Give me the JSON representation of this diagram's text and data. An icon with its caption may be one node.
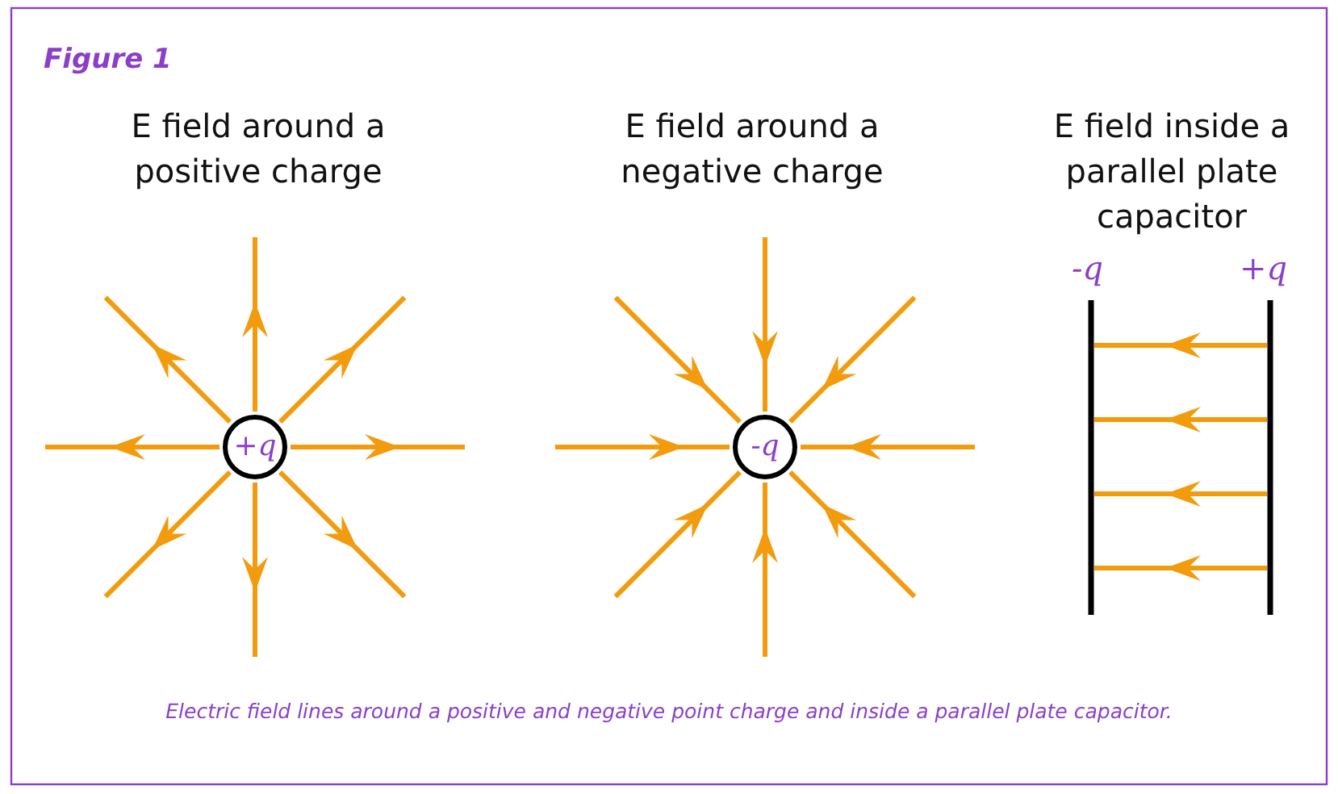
{
  "diagram": {
    "title": "Figure 1",
    "caption": "Electric field lines around a positive and negative point charge and inside a parallel plate capacitor.",
    "nodes": [
      {
        "text": [
          "+q"
        ]
      },
      {
        "text": [
          "-q"
        ]
      }
    ],
    "labels": [
      "E field around a positive charge",
      "E field around a negative charge",
      "E field inside a parallel plate capacitor",
      "-q",
      "+q"
    ]
  }
}
